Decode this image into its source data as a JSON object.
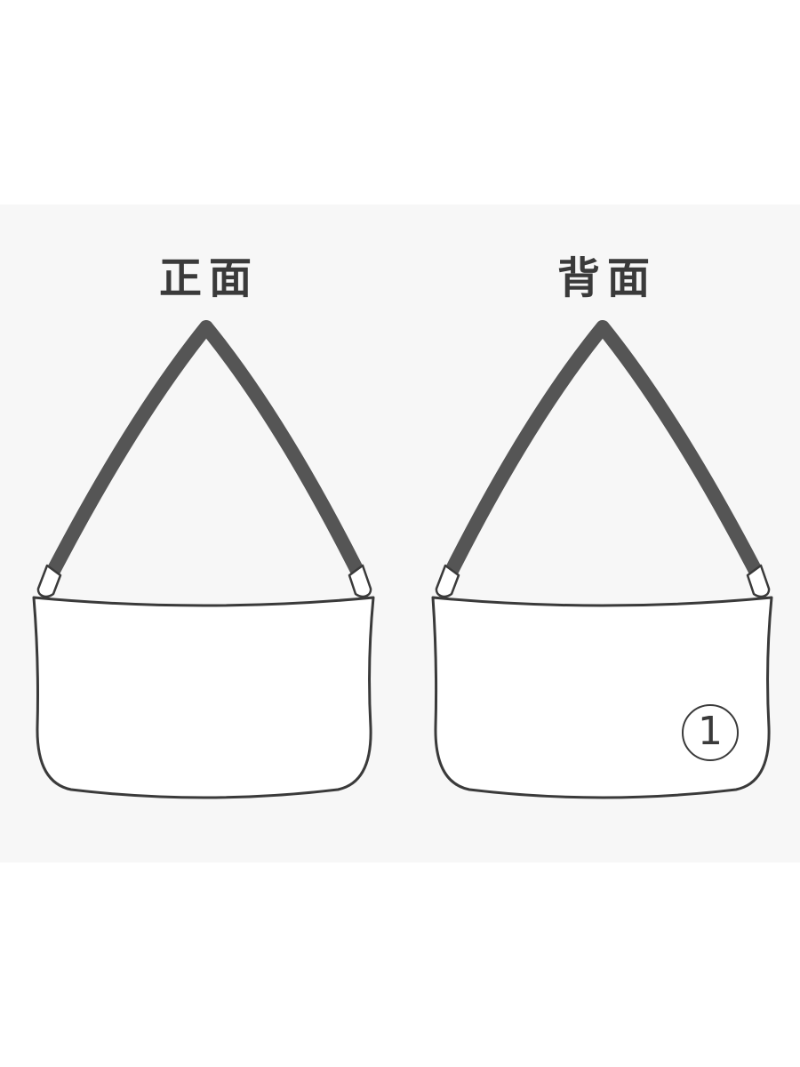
{
  "labels": {
    "front": "正面",
    "back": "背面"
  },
  "marker": {
    "number": "1"
  },
  "colors": {
    "background": "#ffffff",
    "panel": "#f7f7f7",
    "outline": "#3a3a3a",
    "strap": "#555555"
  }
}
